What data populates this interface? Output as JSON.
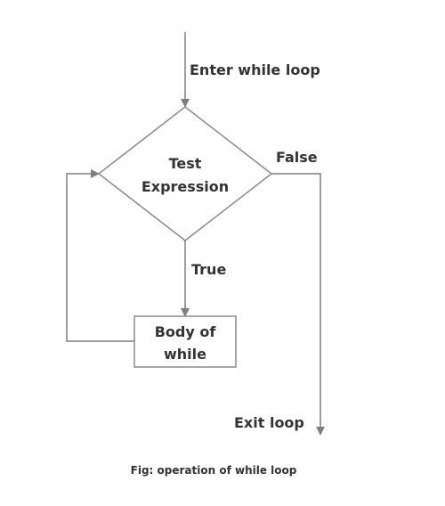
{
  "diagram": {
    "entry_label": "Enter while loop",
    "decision": {
      "line1": "Test",
      "line2": "Expression"
    },
    "false_label": "False",
    "true_label": "True",
    "body": {
      "line1": "Body of",
      "line2": "while"
    },
    "exit_label": "Exit loop",
    "caption": "Fig: operation of while loop"
  },
  "colors": {
    "line": "#7f7f7f",
    "text": "#333333",
    "background": "#ffffff"
  }
}
